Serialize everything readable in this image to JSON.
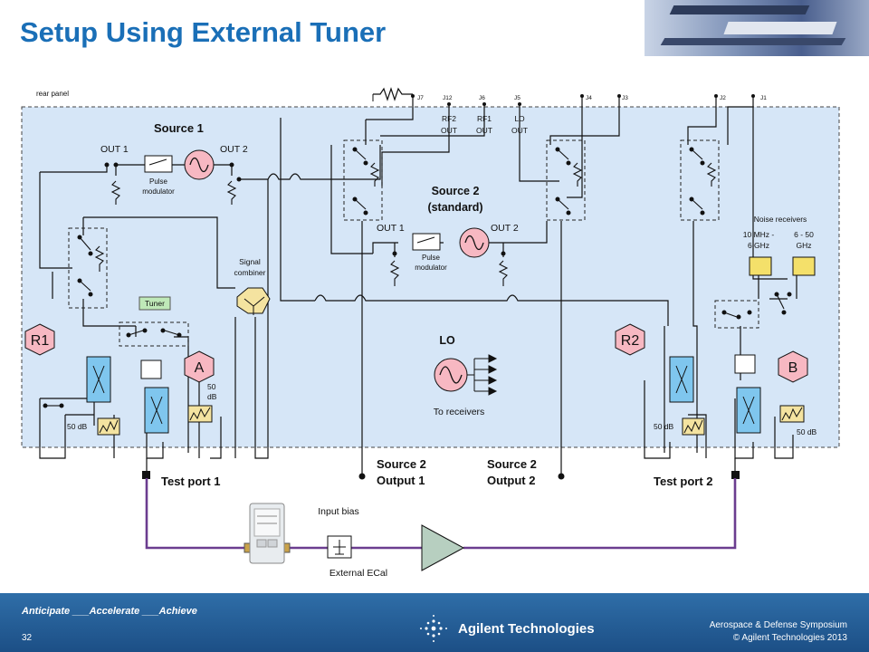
{
  "slide": {
    "title": "Setup Using External Tuner",
    "page_number": "32"
  },
  "footer": {
    "tagline": "Anticipate ___Accelerate ___Achieve",
    "brand": "Agilent Technologies",
    "event_line1": "Aerospace & Defense Symposium",
    "event_line2": "© Agilent Technologies 2013"
  },
  "diagram": {
    "rear_panel": "rear panel",
    "jacks": [
      "J7",
      "J12",
      "J6",
      "J5",
      "J4",
      "J3",
      "J2",
      "J1"
    ],
    "jack_labels": {
      "rf2_l1": "RF2",
      "rf2_l2": "OUT",
      "rf1_l1": "RF1",
      "rf1_l2": "OUT",
      "lo_l1": "LO",
      "lo_l2": "OUT"
    },
    "source1": {
      "title": "Source 1",
      "out1": "OUT 1",
      "out2": "OUT 2",
      "mod_l1": "Pulse",
      "mod_l2": "modulator"
    },
    "source2": {
      "title_l1": "Source 2",
      "title_l2": "(standard)",
      "out1": "OUT 1",
      "out2": "OUT 2",
      "mod_l1": "Pulse",
      "mod_l2": "modulator"
    },
    "signal_combiner_l1": "Signal",
    "signal_combiner_l2": "combiner",
    "tuner": "Tuner",
    "noise": {
      "title": "Noise receivers",
      "r1_l1": "10 MHz -",
      "r1_l2": "6 GHz",
      "r2_l1": "6 - 50",
      "r2_l2": "GHz"
    },
    "receivers": {
      "r1": "R1",
      "a": "A",
      "r2": "R2",
      "b": "B"
    },
    "lo": {
      "title": "LO",
      "to_receivers": "To receivers"
    },
    "attenuators": {
      "att1": "50 dB",
      "att2_l1": "50",
      "att2_l2": "dB",
      "att3": "50 dB",
      "att4": "50 dB"
    },
    "ports": {
      "test_port1": "Test port 1",
      "s2o1_l1": "Source 2",
      "s2o1_l2": "Output 1",
      "s2o2_l1": "Source 2",
      "s2o2_l2": "Output 2",
      "test_port2": "Test port 2"
    },
    "external": {
      "input_bias": "Input bias",
      "ecal": "External ECal"
    }
  },
  "colors": {
    "title": "#1a6fb7",
    "panel_fill": "#d6e6f7",
    "coupler": "#7fc6ee",
    "attenuator": "#f4e3a0",
    "noise_rx": "#f4e06a",
    "receiver": "#f7b8c2",
    "cable": "#6b3d8f",
    "amp": "#b7cfc0"
  }
}
